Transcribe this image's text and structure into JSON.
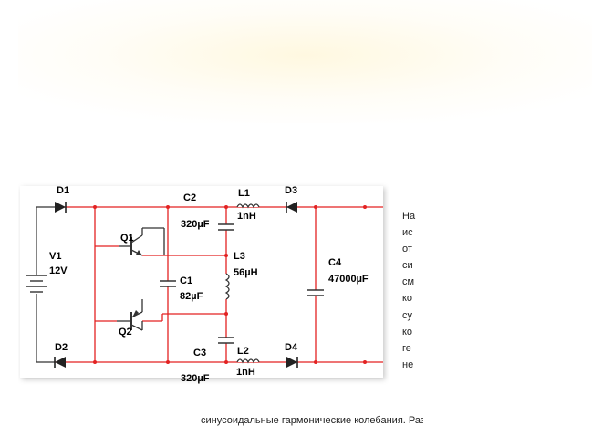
{
  "circuit": {
    "labels": {
      "d1": "D1",
      "d2": "D2",
      "d3": "D3",
      "d4": "D4",
      "v1": "V1",
      "v1_value": "12V",
      "q1": "Q1",
      "q2": "Q2",
      "c1": "C1",
      "c1_value": "82µF",
      "c2": "C2",
      "c2_value": "320µF",
      "c3": "C3",
      "c3_value": "320µF",
      "c4": "C4",
      "c4_value": "47000µF",
      "l1": "L1",
      "l1_value": "1nH",
      "l2": "L2",
      "l2_value": "1nH",
      "l3": "L3",
      "l3_value": "56µH"
    },
    "colors": {
      "wire": "#e32222",
      "component": "#333333",
      "node": "#e32222"
    }
  },
  "text": {
    "right_column": [
      "На",
      "ис",
      "от",
      "си",
      "см",
      "ко",
      "су",
      "ко",
      "ге",
      "не"
    ],
    "bottom_line": "синусоидальные гармонические колебания. Разработка техно"
  }
}
